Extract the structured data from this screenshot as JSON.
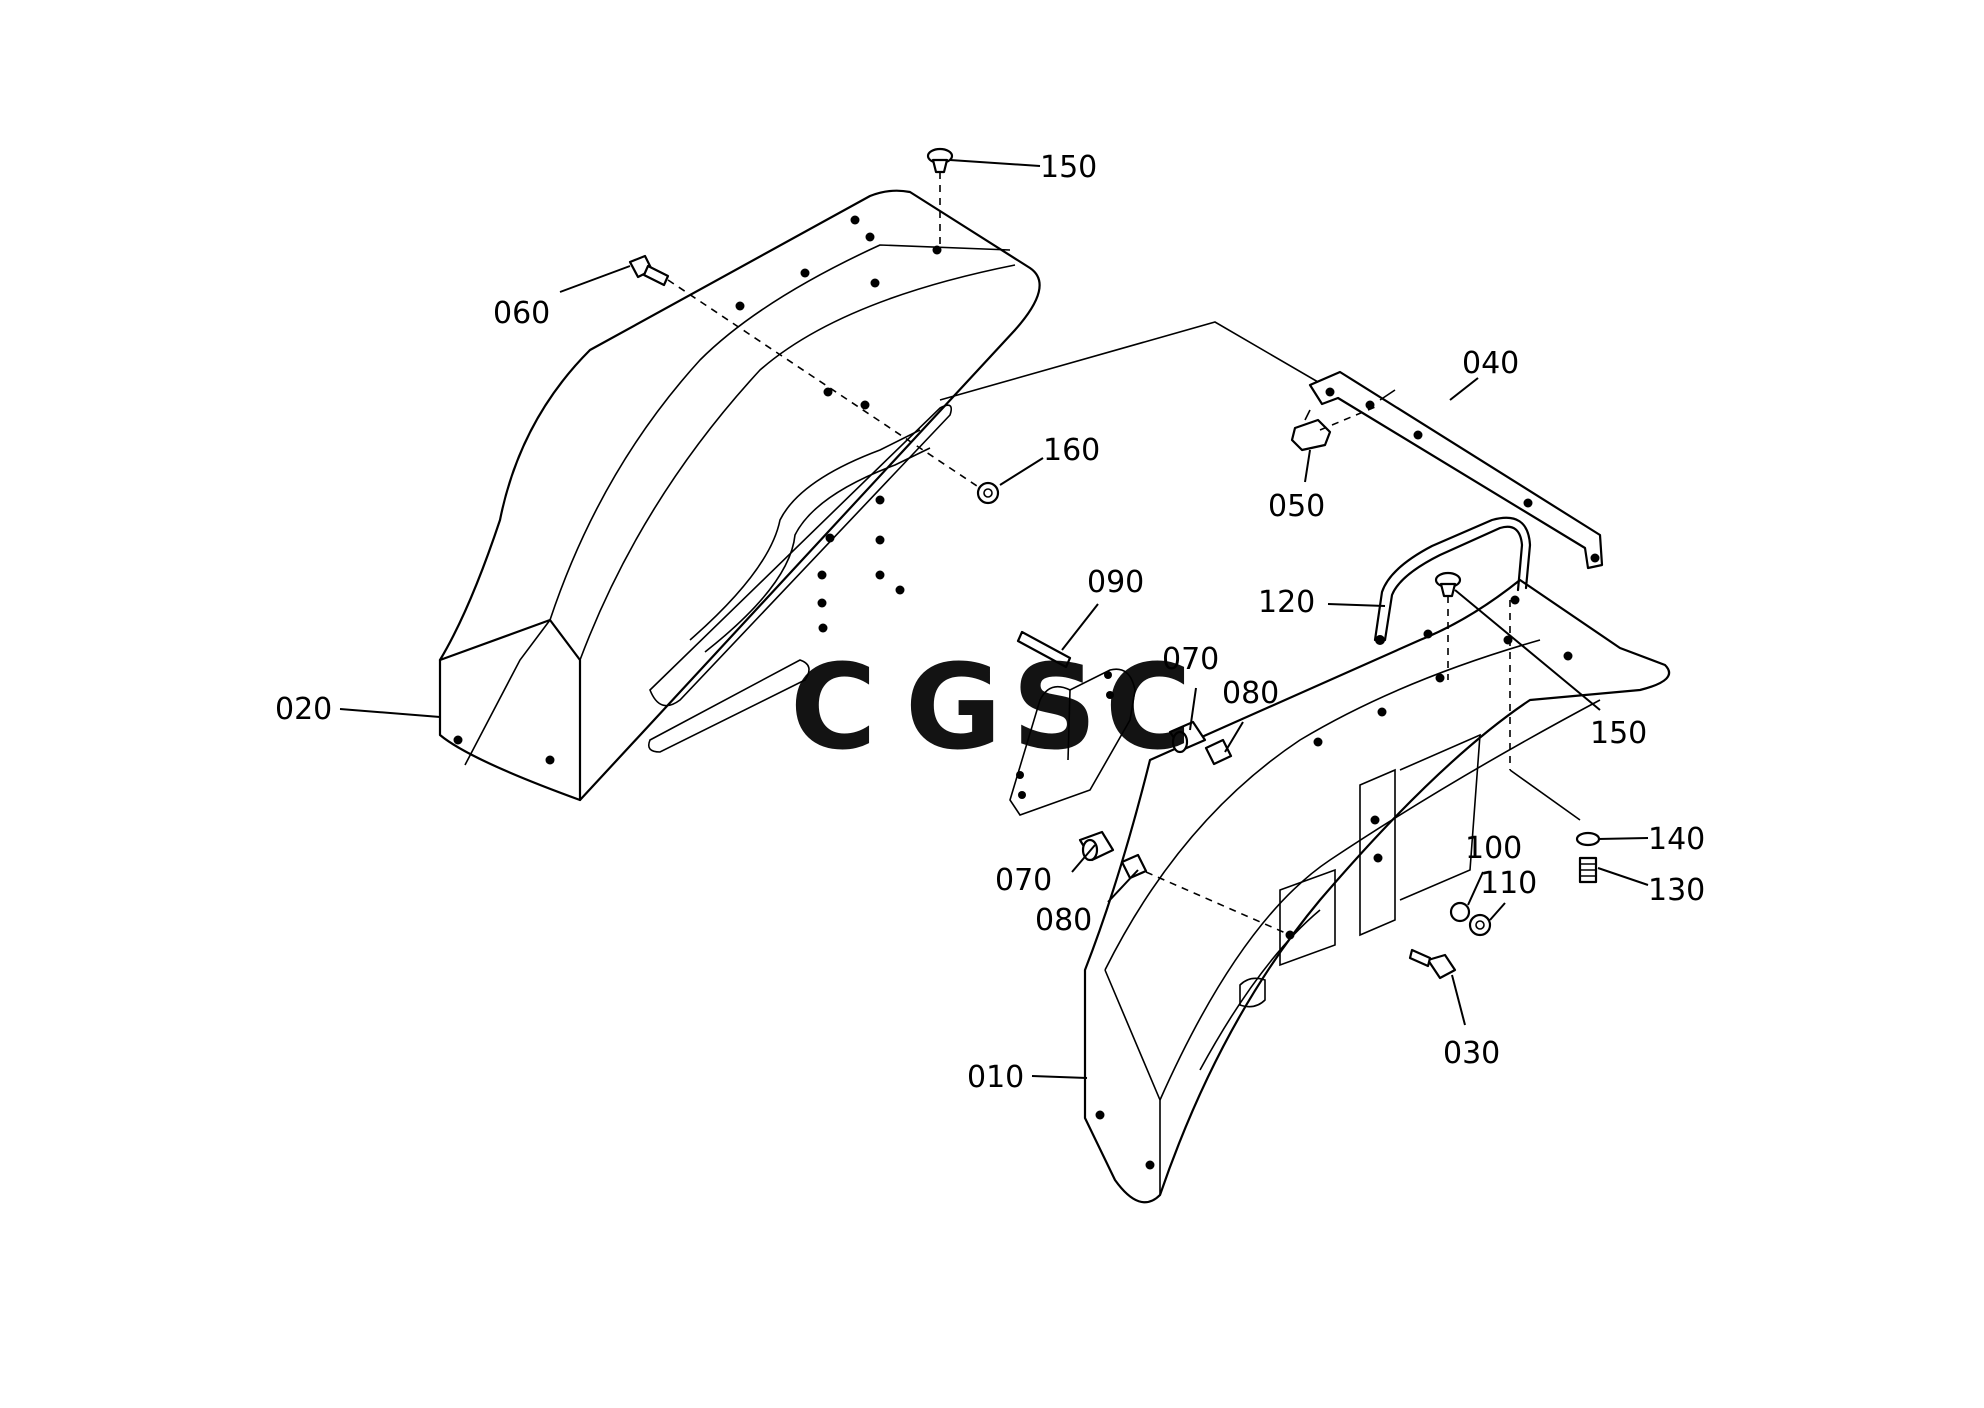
{
  "diagram": {
    "callouts": [
      {
        "id": "c150a",
        "label": "150"
      },
      {
        "id": "c060",
        "label": "060"
      },
      {
        "id": "c020",
        "label": "020"
      },
      {
        "id": "c160",
        "label": "160"
      },
      {
        "id": "c040",
        "label": "040"
      },
      {
        "id": "c050",
        "label": "050"
      },
      {
        "id": "c090",
        "label": "090"
      },
      {
        "id": "c120",
        "label": "120"
      },
      {
        "id": "c070a",
        "label": "070"
      },
      {
        "id": "c080a",
        "label": "080"
      },
      {
        "id": "c150b",
        "label": "150"
      },
      {
        "id": "c140",
        "label": "140"
      },
      {
        "id": "c130",
        "label": "130"
      },
      {
        "id": "c100",
        "label": "100"
      },
      {
        "id": "c110",
        "label": "110"
      },
      {
        "id": "c070b",
        "label": "070"
      },
      {
        "id": "c080b",
        "label": "080"
      },
      {
        "id": "c030",
        "label": "030"
      },
      {
        "id": "c010",
        "label": "010"
      }
    ]
  },
  "watermark": {
    "letters": [
      {
        "char": "C",
        "color": "#7aa6f5"
      },
      {
        "char": "G",
        "color": "#f08a80"
      },
      {
        "char": "S",
        "color": "#f7d24e"
      },
      {
        "char": "C",
        "color": "#5fb08a"
      }
    ]
  }
}
